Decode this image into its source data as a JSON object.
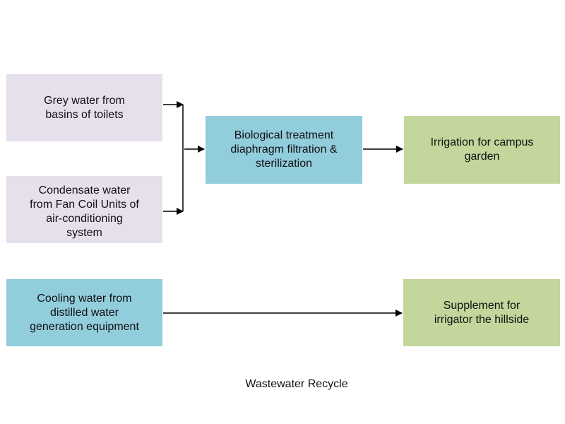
{
  "colors": {
    "source_grey_box": "#e6e0ec",
    "source_blue_box": "#92cddc",
    "process_box": "#92cddc",
    "output_box": "#c3d69b",
    "arrow": "#000000"
  },
  "nodes": {
    "grey_water": {
      "lines": [
        "Grey water from",
        "basins of toilets"
      ]
    },
    "condensate": {
      "lines": [
        "Condensate water",
        "from Fan Coil Units of",
        "air-conditioning",
        "system"
      ]
    },
    "biological": {
      "lines": [
        "Biological treatment",
        "diaphragm filtration &",
        "sterilization"
      ]
    },
    "irrigation": {
      "lines": [
        "Irrigation for campus",
        "garden"
      ]
    },
    "cooling": {
      "lines": [
        "Cooling water from",
        "distilled water",
        "generation equipment"
      ]
    },
    "supplement": {
      "lines": [
        "Supplement for",
        "irrigator the hillside"
      ]
    }
  },
  "edges": [
    {
      "from": "grey_water",
      "to": "biological"
    },
    {
      "from": "condensate",
      "to": "biological"
    },
    {
      "from": "biological",
      "to": "irrigation"
    },
    {
      "from": "cooling",
      "to": "supplement"
    }
  ],
  "caption": "Wastewater Recycle"
}
